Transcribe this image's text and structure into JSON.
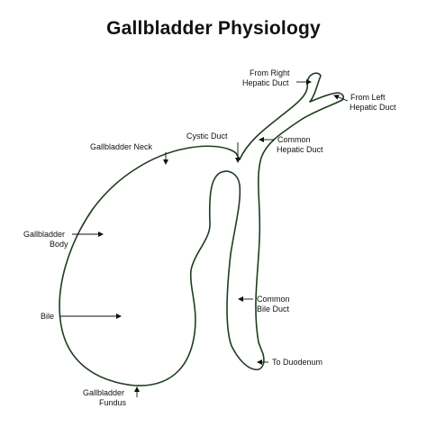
{
  "title": "Gallbladder Physiology",
  "colors": {
    "outline": "#1f3d1f",
    "text": "#111111",
    "arrow": "#111111"
  },
  "labels": {
    "from_right_hepatic_duct": [
      "From Right",
      "Hepatic Duct"
    ],
    "from_left_hepatic_duct": [
      "From Left",
      "Hepatic Duct"
    ],
    "cystic_duct": "Cystic Duct",
    "gallbladder_neck": "Gallbladder Neck",
    "common_hepatic_duct": [
      "Common",
      "Hepatic Duct"
    ],
    "gallbladder_body": [
      "Gallbladder",
      "Body"
    ],
    "bile": "Bile",
    "common_bile_duct": [
      "Common",
      "Bile Duct"
    ],
    "to_duodenum": "To Duodenum",
    "gallbladder_fundus": [
      "Gallbladder",
      "Fundus"
    ]
  }
}
